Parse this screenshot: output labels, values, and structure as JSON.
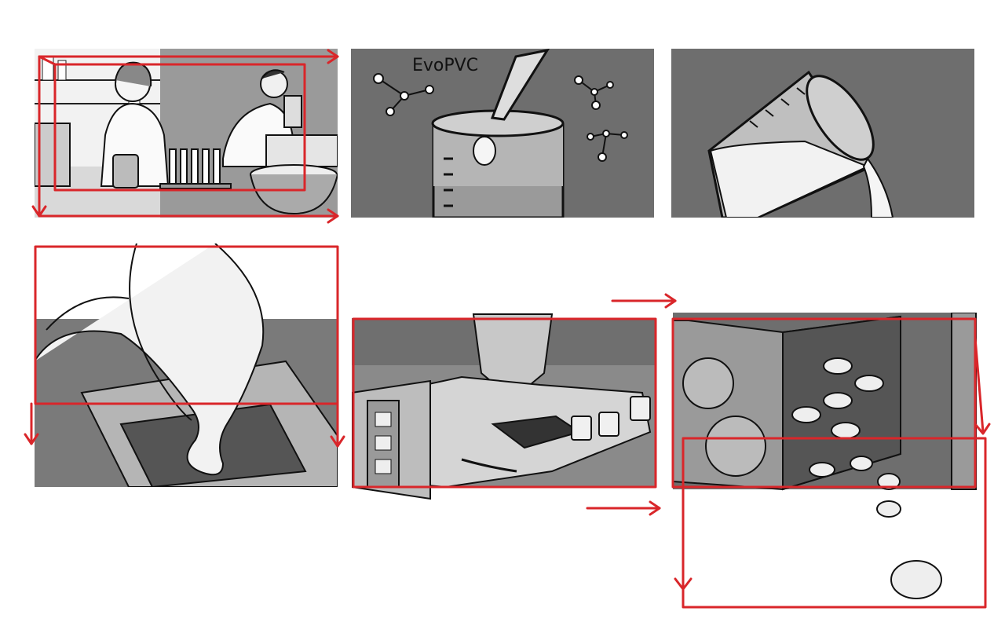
{
  "storyboard": {
    "panels": [
      {
        "id": "panel-1",
        "scene": "lab-scientists"
      },
      {
        "id": "panel-2",
        "scene": "beaker-dropper",
        "annotation": "EvoPVC"
      },
      {
        "id": "panel-3",
        "scene": "pouring-measuring-cup"
      },
      {
        "id": "panel-4",
        "scene": "liquid-swirl-into-mold"
      },
      {
        "id": "panel-5",
        "scene": "extrusion-machine"
      },
      {
        "id": "panel-6",
        "scene": "fish-mold-machine"
      }
    ]
  },
  "colors": {
    "sketch_red": "#d9262a",
    "panel_gray": "#6e6e6e",
    "light_gray": "#bdbdbd",
    "ink": "#111111"
  }
}
